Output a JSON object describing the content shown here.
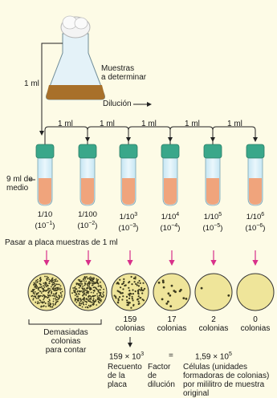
{
  "labels": {
    "transfer_top": "1 ml",
    "sample_label": "Muestras\na determinar",
    "dilution": "Dilución",
    "transfers": [
      "1 ml",
      "1 ml",
      "1 ml",
      "1 ml",
      "1 ml"
    ],
    "medium": "9 ml de\nmedio",
    "plate_instruction": "Pasar a placa muestras de 1 ml"
  },
  "tubes": [
    {
      "fraction": "1/10",
      "power_base": "10",
      "power_exp": "−1"
    },
    {
      "fraction": "1/100",
      "power_base": "10",
      "power_exp": "−2"
    },
    {
      "fraction": "1/10",
      "fraction_exp": "3",
      "power_base": "10",
      "power_exp": "−3"
    },
    {
      "fraction": "1/10",
      "fraction_exp": "4",
      "power_base": "10",
      "power_exp": "−4"
    },
    {
      "fraction": "1/10",
      "fraction_exp": "5",
      "power_base": "10",
      "power_exp": "−5"
    },
    {
      "fraction": "1/10",
      "fraction_exp": "6",
      "power_base": "10",
      "power_exp": "−6"
    }
  ],
  "plates": [
    {
      "label": ""
    },
    {
      "label": ""
    },
    {
      "label": "159\ncolonias"
    },
    {
      "label": "17\ncolonias"
    },
    {
      "label": "2\ncolonias"
    },
    {
      "label": "0\ncolonias"
    }
  ],
  "too_many": "Demasiadas\ncolonias\npara contar",
  "calculation": {
    "left": "159 × 10",
    "left_exp": "3",
    "equals": "=",
    "right": "1,59 × 10",
    "right_exp": "5",
    "count_label": "Recuento\nde la\nplaca",
    "factor_label": "Factor\nde\ndilución",
    "result_label": "Células (unidades\nformadoras de colonias)\npor mililitro de muestra\noriginal"
  },
  "colors": {
    "liquid": "#f0a47c",
    "cap": "#3aa78a",
    "tube_glass": "#d6eef7",
    "arrow_magenta": "#d8308a",
    "plate_fill": "#efe59a",
    "sediment": "#a8702a"
  }
}
